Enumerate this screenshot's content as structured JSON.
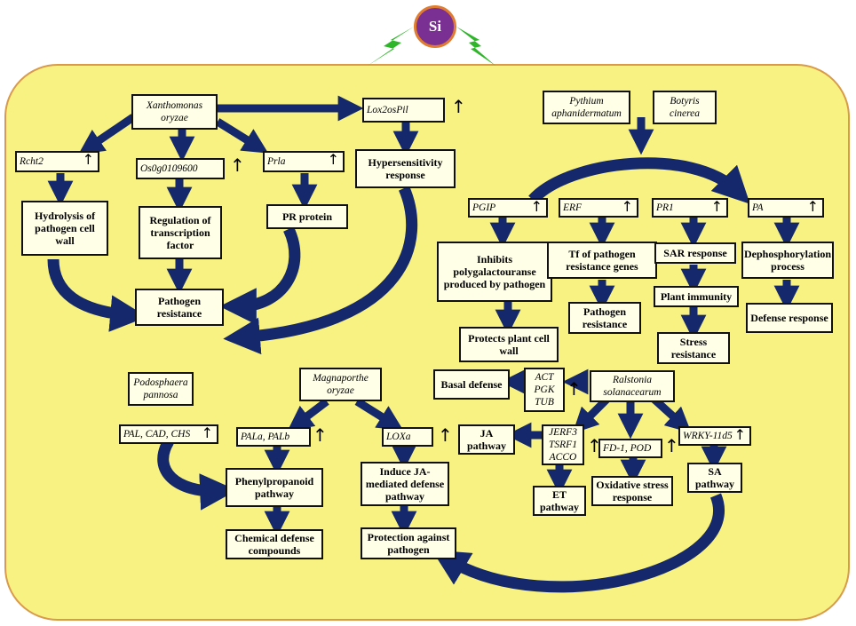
{
  "colors": {
    "panel_fill": "#f8f283",
    "panel_border": "#d99a4a",
    "arrow": "#14286b",
    "si_fill": "#7a2f93",
    "si_border": "#e07c30",
    "bolt": "#2fb52a"
  },
  "center": {
    "label": "Si"
  },
  "up_arrow": "↑",
  "xanthomonas": {
    "pathogen": "Xanthomonas oryzae",
    "rcht2": "Rcht2",
    "os0g": "Os0g0109600",
    "prla": "Prla",
    "lox2": "Lox2osPil",
    "hydrolysis": "Hydrolysis of pathogen cell wall",
    "regulation": "Regulation of transcription factor",
    "pr_protein": "PR protein",
    "hypersensitivity": "Hypersensitivity response",
    "pathogen_resistance": "Pathogen resistance"
  },
  "pythium": {
    "pathogen1": "Pythium aphanidermatum",
    "pathogen2": "Botyris cinerea",
    "pgip": "PGIP",
    "erf": "ERF",
    "pr1": "PR1",
    "pa": "PA",
    "inhibits": "Inhibits polygalactouranse produced by pathogen",
    "tf": "Tf of pathogen resistance genes",
    "sar": "SAR response",
    "dephos": "Dephosphorylation process",
    "protects": "Protects plant cell wall",
    "pathogen_resistance": "Pathogen resistance",
    "plant_immunity": "Plant immunity",
    "stress_resistance": "Stress resistance",
    "defense_response": "Defense response"
  },
  "podosphaera": {
    "pathogen": "Podosphaera pannosa",
    "genes": "PAL, CAD, CHS"
  },
  "magnaporthe": {
    "pathogen": "Magnaporthe oryzae",
    "pal": "PALa, PALb",
    "lox": "LOXa",
    "phenyl": "Phenylpropanoid pathway",
    "induce": "Induce JA-mediated defense pathway",
    "chemical": "Chemical defense compounds",
    "protection": "Protection against pathogen"
  },
  "ralstonia": {
    "pathogen": "Ralstonia solanacearum",
    "act": "ACT PGK TUB",
    "basal": "Basal defense",
    "ja": "JA pathway",
    "jerf": "JERF3 TSRF1 ACCO",
    "fd": "FD-1, POD",
    "wrky": "WRKY-11d5",
    "et": "ET pathway",
    "oxidative": "Oxidative stress response",
    "sa": "SA pathway"
  }
}
